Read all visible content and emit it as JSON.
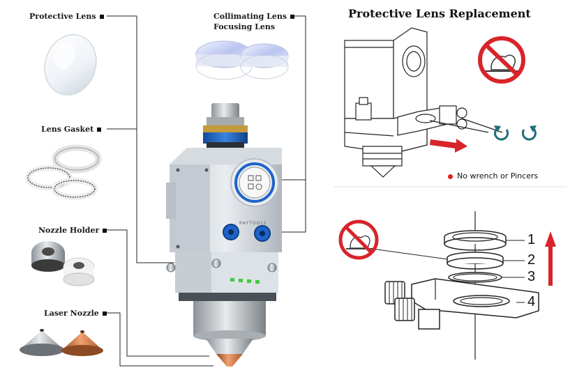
{
  "labels": {
    "protective_lens": "Protective Lens",
    "lens_gasket": "Lens Gasket",
    "nozzle_holder": "Nozzle Holder",
    "laser_nozzle": "Laser Nozzle",
    "collimating_lens": "Collimating Lens",
    "focusing_lens": "Focusing Lens"
  },
  "replacement": {
    "title": "Protective Lens Replacement",
    "note": "No wrench or Pincers",
    "parts": [
      "1",
      "2",
      "3",
      "4"
    ]
  },
  "head_text": {
    "brand": "RAYTOOLS"
  },
  "colors": {
    "prohibit_red": "#d8242a",
    "arrow_red": "#d8242a",
    "rotate_teal": "#1f6e7a",
    "head_blue": "#1e63c9",
    "indicator_green": "#3ccc3c",
    "copper": "#c9733f"
  },
  "icons": [
    "no-tool-prohibition-icon",
    "rotate-ccw-icon",
    "rotate-cw-icon",
    "pull-arrow-icon",
    "up-arrow-icon"
  ]
}
